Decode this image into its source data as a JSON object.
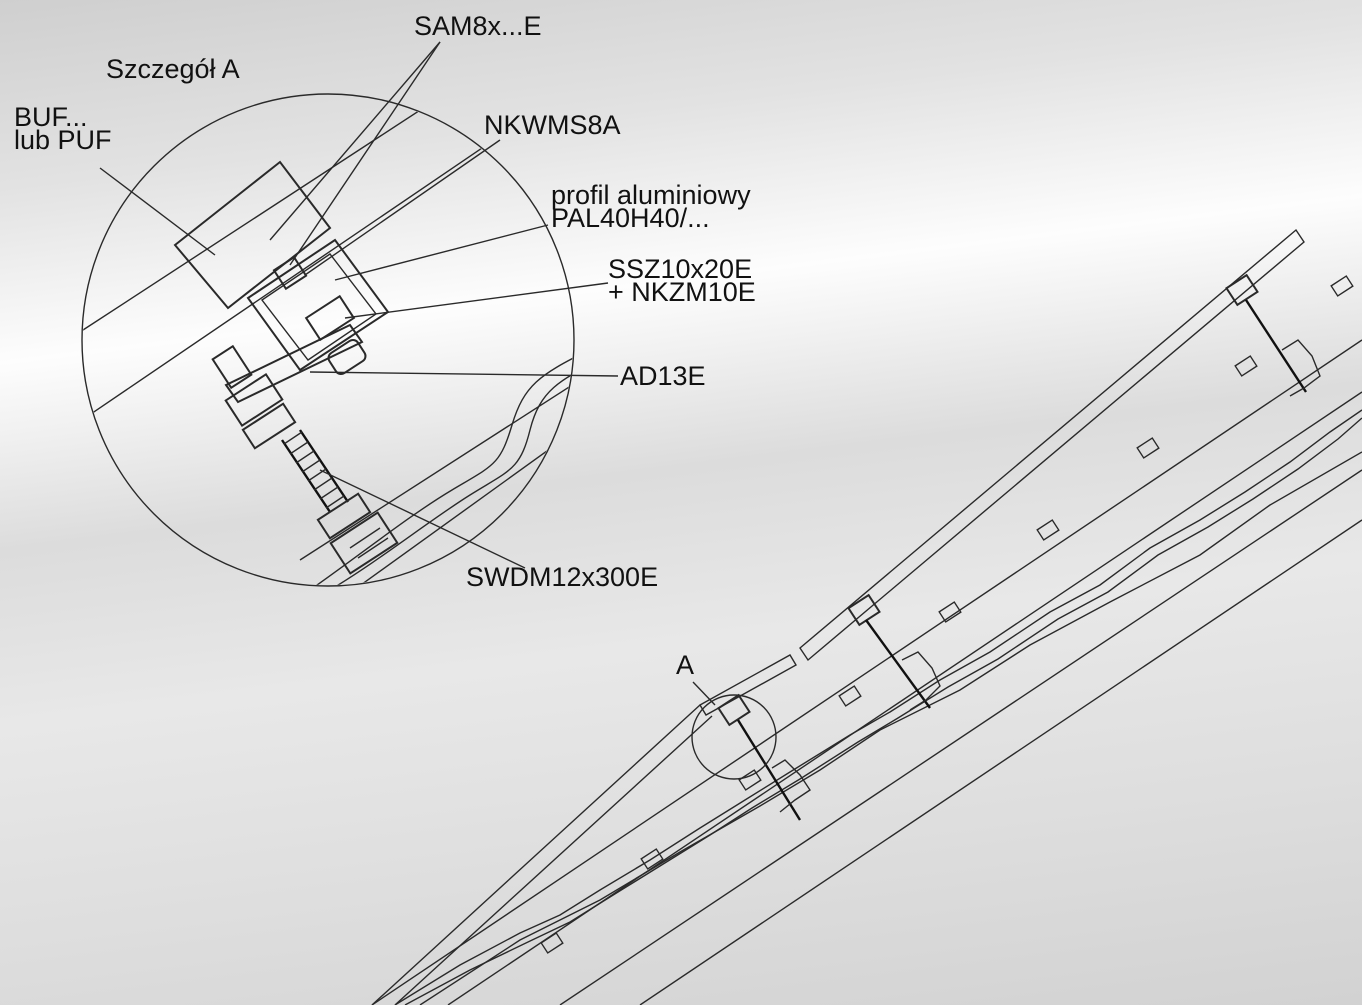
{
  "detail": {
    "title": "Szczegół A",
    "marker": "A"
  },
  "labels": {
    "sam": "SAM8x...E",
    "buf_1": "BUF...",
    "buf_2": "lub PUF",
    "nkwms": "NKWMS8A",
    "profile_1": "profil aluminiowy",
    "profile_2": "PAL40H40/...",
    "ssz_1": "SSZ10x20E",
    "ssz_2": "+ NKZM10E",
    "ad": "AD13E",
    "swdm": "SWDM12x300E"
  }
}
